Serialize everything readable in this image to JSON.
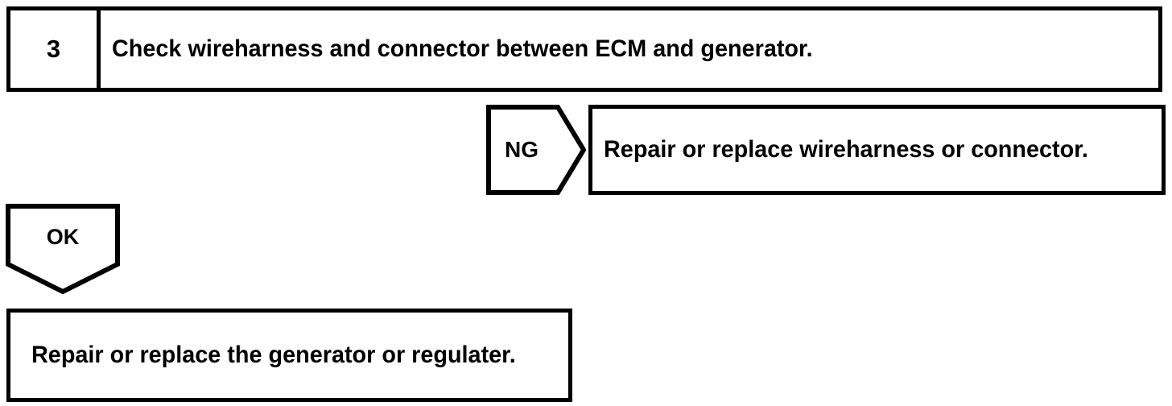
{
  "diagram": {
    "type": "troubleshooting-flowchart",
    "colors": {
      "line": "#000000",
      "background": "#ffffff",
      "text": "#000000"
    },
    "step": {
      "number": "3",
      "instruction": "Check wireharness and connector between ECM and generator."
    },
    "branches": [
      {
        "label": "NG",
        "direction": "right",
        "result": "Repair or replace wireharness or connector."
      },
      {
        "label": "OK",
        "direction": "down",
        "result": "Repair or replace the generator or regulater."
      }
    ]
  }
}
